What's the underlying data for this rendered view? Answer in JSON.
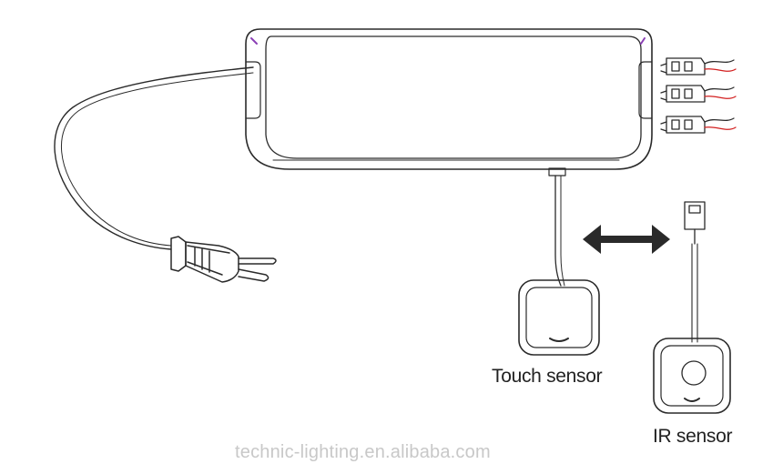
{
  "labels": {
    "touch_sensor": "Touch sensor",
    "ir_sensor": "IR sensor"
  },
  "watermark": "technic-lighting.en.alibaba.com",
  "colors": {
    "line": "#2a2a2a",
    "wire_red": "#d21f1f",
    "accent_purple": "#8a3fb5",
    "watermark": "#c8c8c8"
  }
}
